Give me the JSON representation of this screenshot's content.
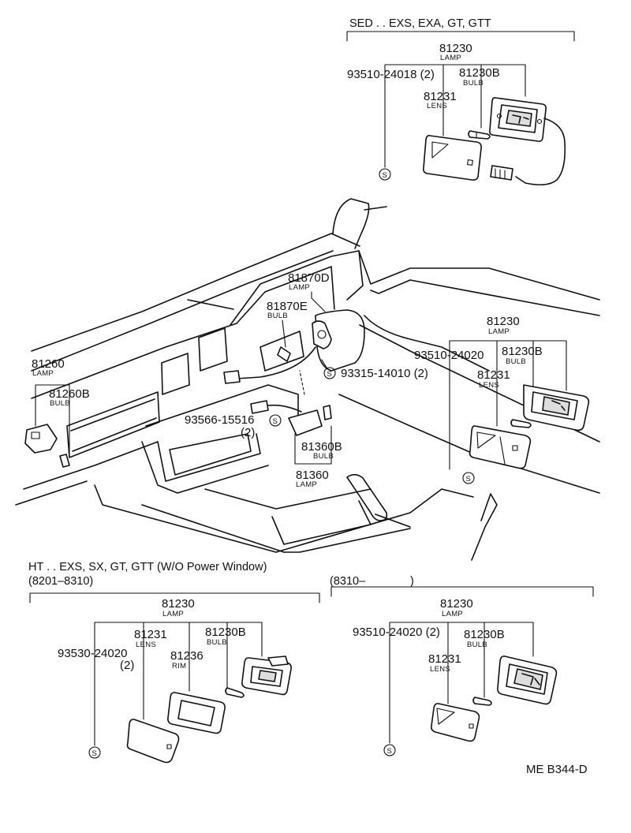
{
  "diagram_id": "ME B344-D",
  "sections": {
    "top": {
      "header": "SED . . EXS, EXA, GT, GTT",
      "lamp_no": "81230",
      "lamp_label": "LAMP",
      "screw_no": "93510-24018 (2)",
      "bulb_no": "81230B",
      "bulb_label": "BULB",
      "lens_no": "81231",
      "lens_label": "LENS",
      "s_mark": "S"
    },
    "center": {
      "lamp_d_no": "81870D",
      "lamp_d_label": "LAMP",
      "bulb_e_no": "81870E",
      "bulb_e_label": "BULB",
      "lamp260_no": "81260",
      "lamp260_label": "LAMP",
      "bulb260_no": "81260B",
      "bulb260_label": "BULB",
      "screw315_no": "93315-14010 (2)",
      "screw566_no": "93566-15516",
      "screw566_qty": "(2)",
      "bulb360_no": "81360B",
      "bulb360_label": "BULB",
      "lamp360_no": "81360",
      "lamp360_label": "LAMP",
      "s_mark": "S"
    },
    "right": {
      "lamp_no": "81230",
      "lamp_label": "LAMP",
      "screw_no": "93510-24020",
      "bulb_no": "81230B",
      "bulb_label": "BULB",
      "lens_no": "81231",
      "lens_label": "LENS",
      "s_mark": "S"
    },
    "bottom_left": {
      "header": "HT . . EXS, SX, GT, GTT (W/O Power Window)",
      "header2": "(8201–8310)",
      "lamp_no": "81230",
      "lamp_label": "LAMP",
      "lens_no": "81231",
      "lens_label": "LENS",
      "bulb_no": "81230B",
      "bulb_label": "BULB",
      "screw_no": "93530-24020",
      "screw_qty": "(2)",
      "rim_no": "81236",
      "rim_label": "RIM",
      "s_mark": "S"
    },
    "bottom_right": {
      "header": "(8310–",
      "header_close": ")",
      "lamp_no": "81230",
      "lamp_label": "LAMP",
      "screw_no": "93510-24020 (2)",
      "bulb_no": "81230B",
      "bulb_label": "BULB",
      "lens_no": "81231",
      "lens_label": "LENS",
      "s_mark": "S"
    }
  }
}
